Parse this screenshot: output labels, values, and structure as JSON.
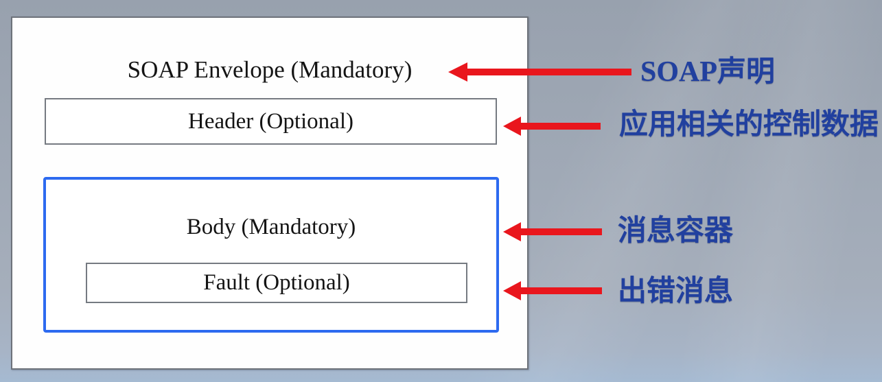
{
  "diagram": {
    "envelope_label": "SOAP Envelope (Mandatory)",
    "header_label": "Header (Optional)",
    "body_label": "Body (Mandatory)",
    "fault_label": "Fault (Optional)"
  },
  "annotations": [
    {
      "label": "SOAP声明",
      "target": "envelope"
    },
    {
      "label": "应用相关的控制数据",
      "target": "header"
    },
    {
      "label": "消息容器",
      "target": "body"
    },
    {
      "label": "出错消息",
      "target": "fault"
    }
  ],
  "colors": {
    "arrow_red": "#e9161d",
    "annotation_blue": "#21409f",
    "body_border_blue": "#2d6af0",
    "envelope_border_gray": "#6d727a",
    "inner_border_gray": "#757a81",
    "background_gray_blue": "#a0a9b6",
    "box_fill_white": "#fefefe",
    "label_black": "#141414"
  }
}
